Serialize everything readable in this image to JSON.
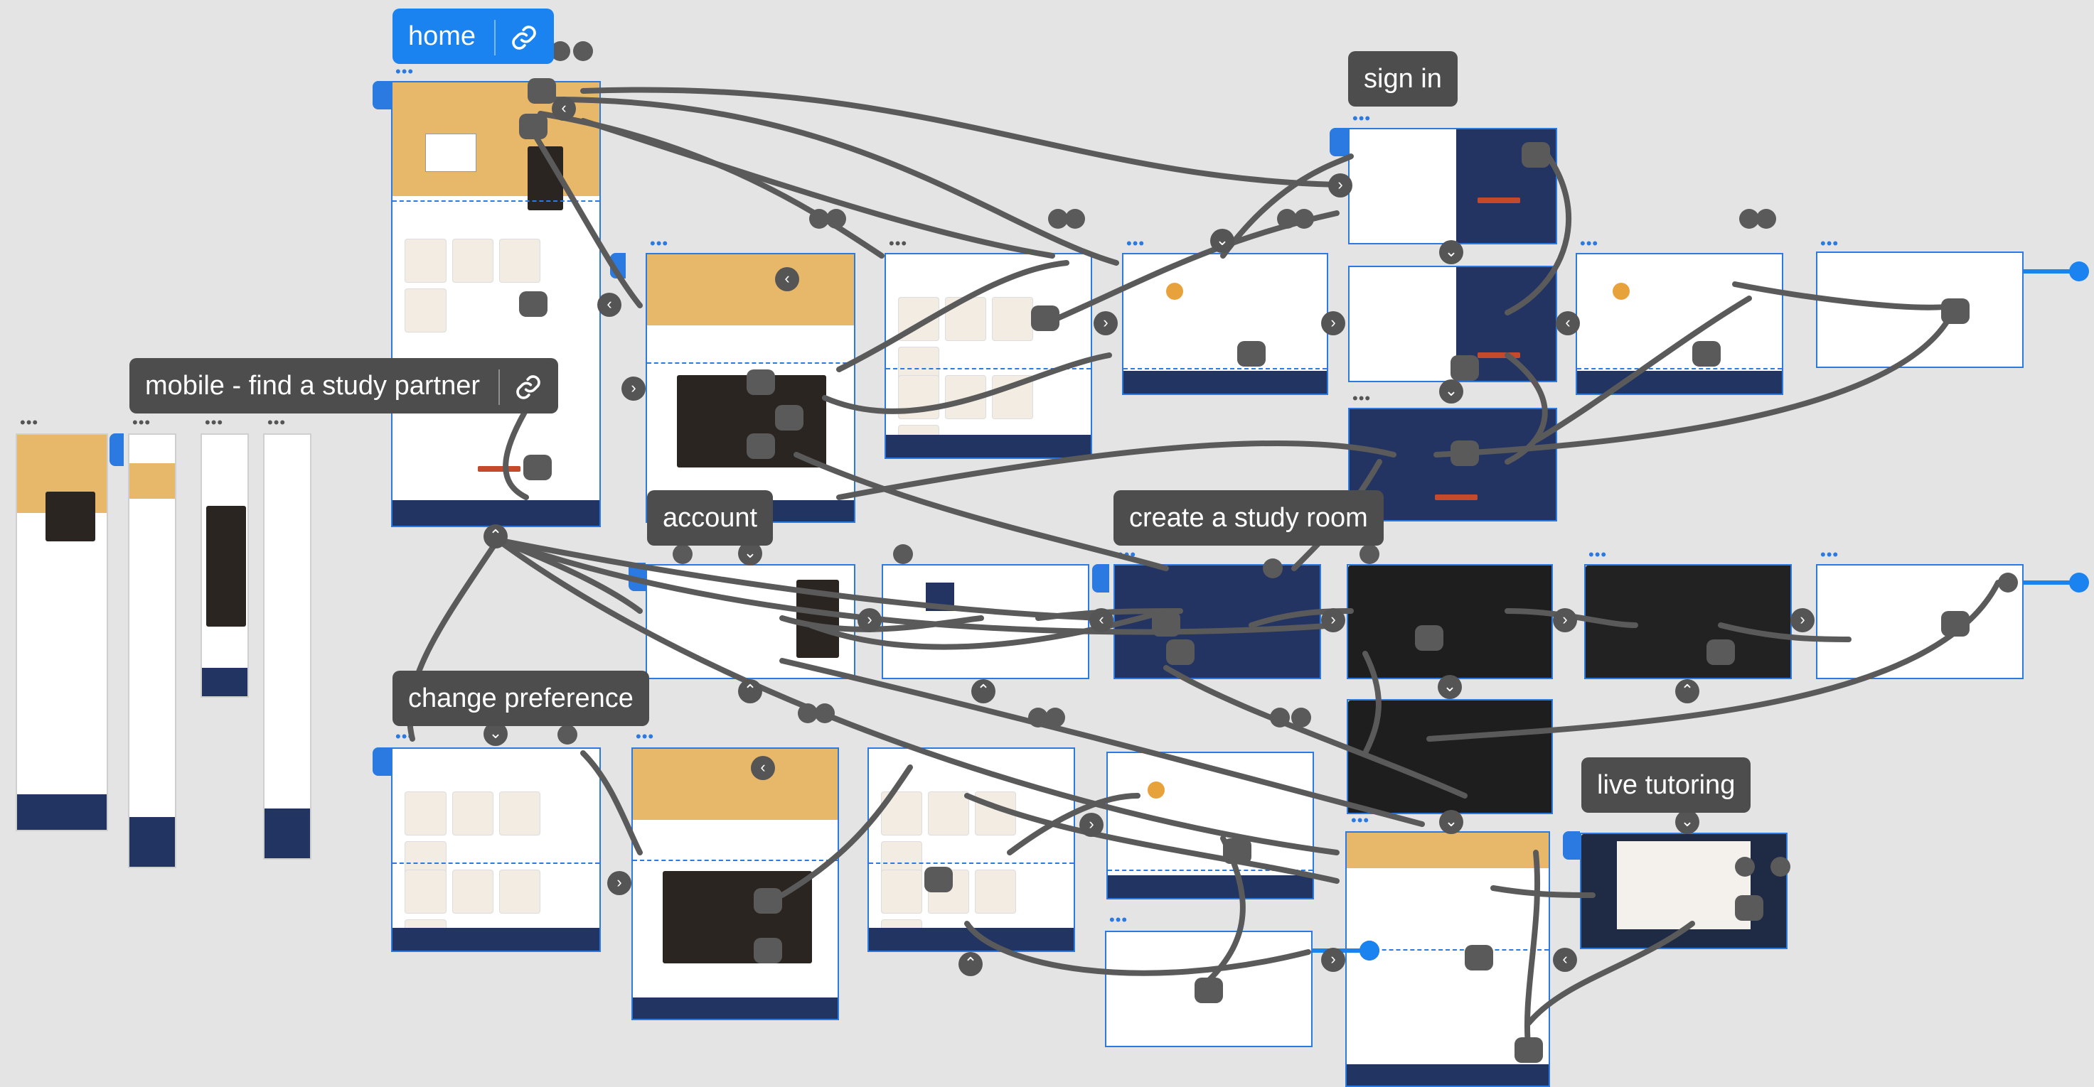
{
  "labels": {
    "home": "home",
    "sign_in": "sign in",
    "mobile_find_partner": "mobile - find a study partner",
    "account": "account",
    "create_study_room": "create a study room",
    "change_preference": "change preference",
    "live_tutoring": "live tutoring"
  },
  "icons": {
    "link": "link-icon",
    "chevron_right": "chevron-right-icon",
    "chevron_up": "chevron-up-icon",
    "chevron_down": "chevron-down-icon",
    "chevron_left": "chevron-left-icon"
  },
  "colors": {
    "canvas": "#e4e4e4",
    "selection": "#2a7ae2",
    "wire": "#5a5a5a",
    "label": "#4d4d4d",
    "label_active": "#1a83f0",
    "brand_orange": "#e8b86a",
    "brand_navy": "#223461",
    "accent_red": "#c44a2b",
    "dark_panel": "#2b2522"
  }
}
